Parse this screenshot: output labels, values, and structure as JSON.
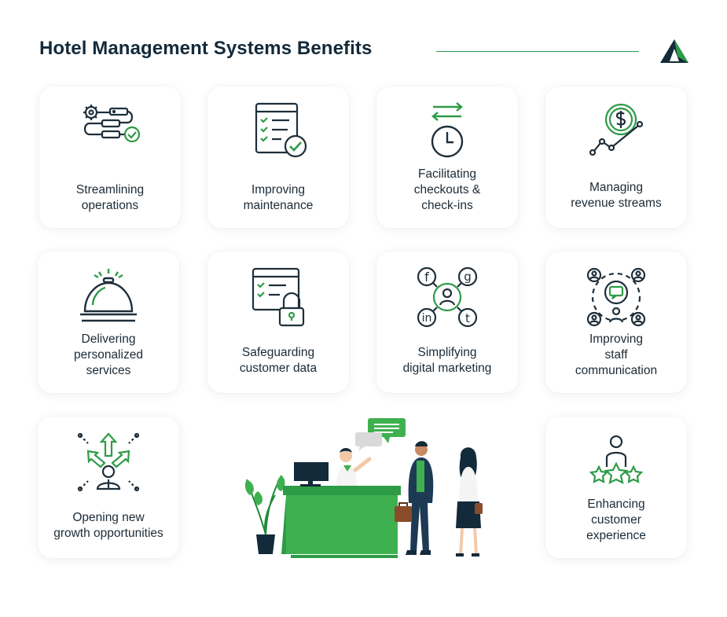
{
  "title": "Hotel Management Systems Benefits",
  "colors": {
    "accent": "#2e9b47",
    "dark": "#132a3a",
    "green_fill": "#3fb04f"
  },
  "cards": [
    {
      "label": "Streamlining\noperations",
      "icon": "workflow-gear-icon"
    },
    {
      "label": "Improving\nmaintenance",
      "icon": "checklist-icon"
    },
    {
      "label": "Facilitating\ncheckouts &\ncheck-ins",
      "icon": "clock-arrows-icon"
    },
    {
      "label": "Managing\nrevenue streams",
      "icon": "dollar-growth-icon"
    },
    {
      "label": "Delivering\npersonalized\nservices",
      "icon": "service-bell-icon"
    },
    {
      "label": "Safeguarding\ncustomer data",
      "icon": "lock-list-icon"
    },
    {
      "label": "Simplifying\ndigital marketing",
      "icon": "social-network-icon"
    },
    {
      "label": "Improving\nstaff\ncommunication",
      "icon": "team-chat-icon"
    },
    {
      "label": "Opening new\ngrowth opportunities",
      "icon": "growth-arrows-icon"
    },
    {
      "label": "Enhancing\ncustomer\nexperience",
      "icon": "person-stars-icon"
    }
  ]
}
